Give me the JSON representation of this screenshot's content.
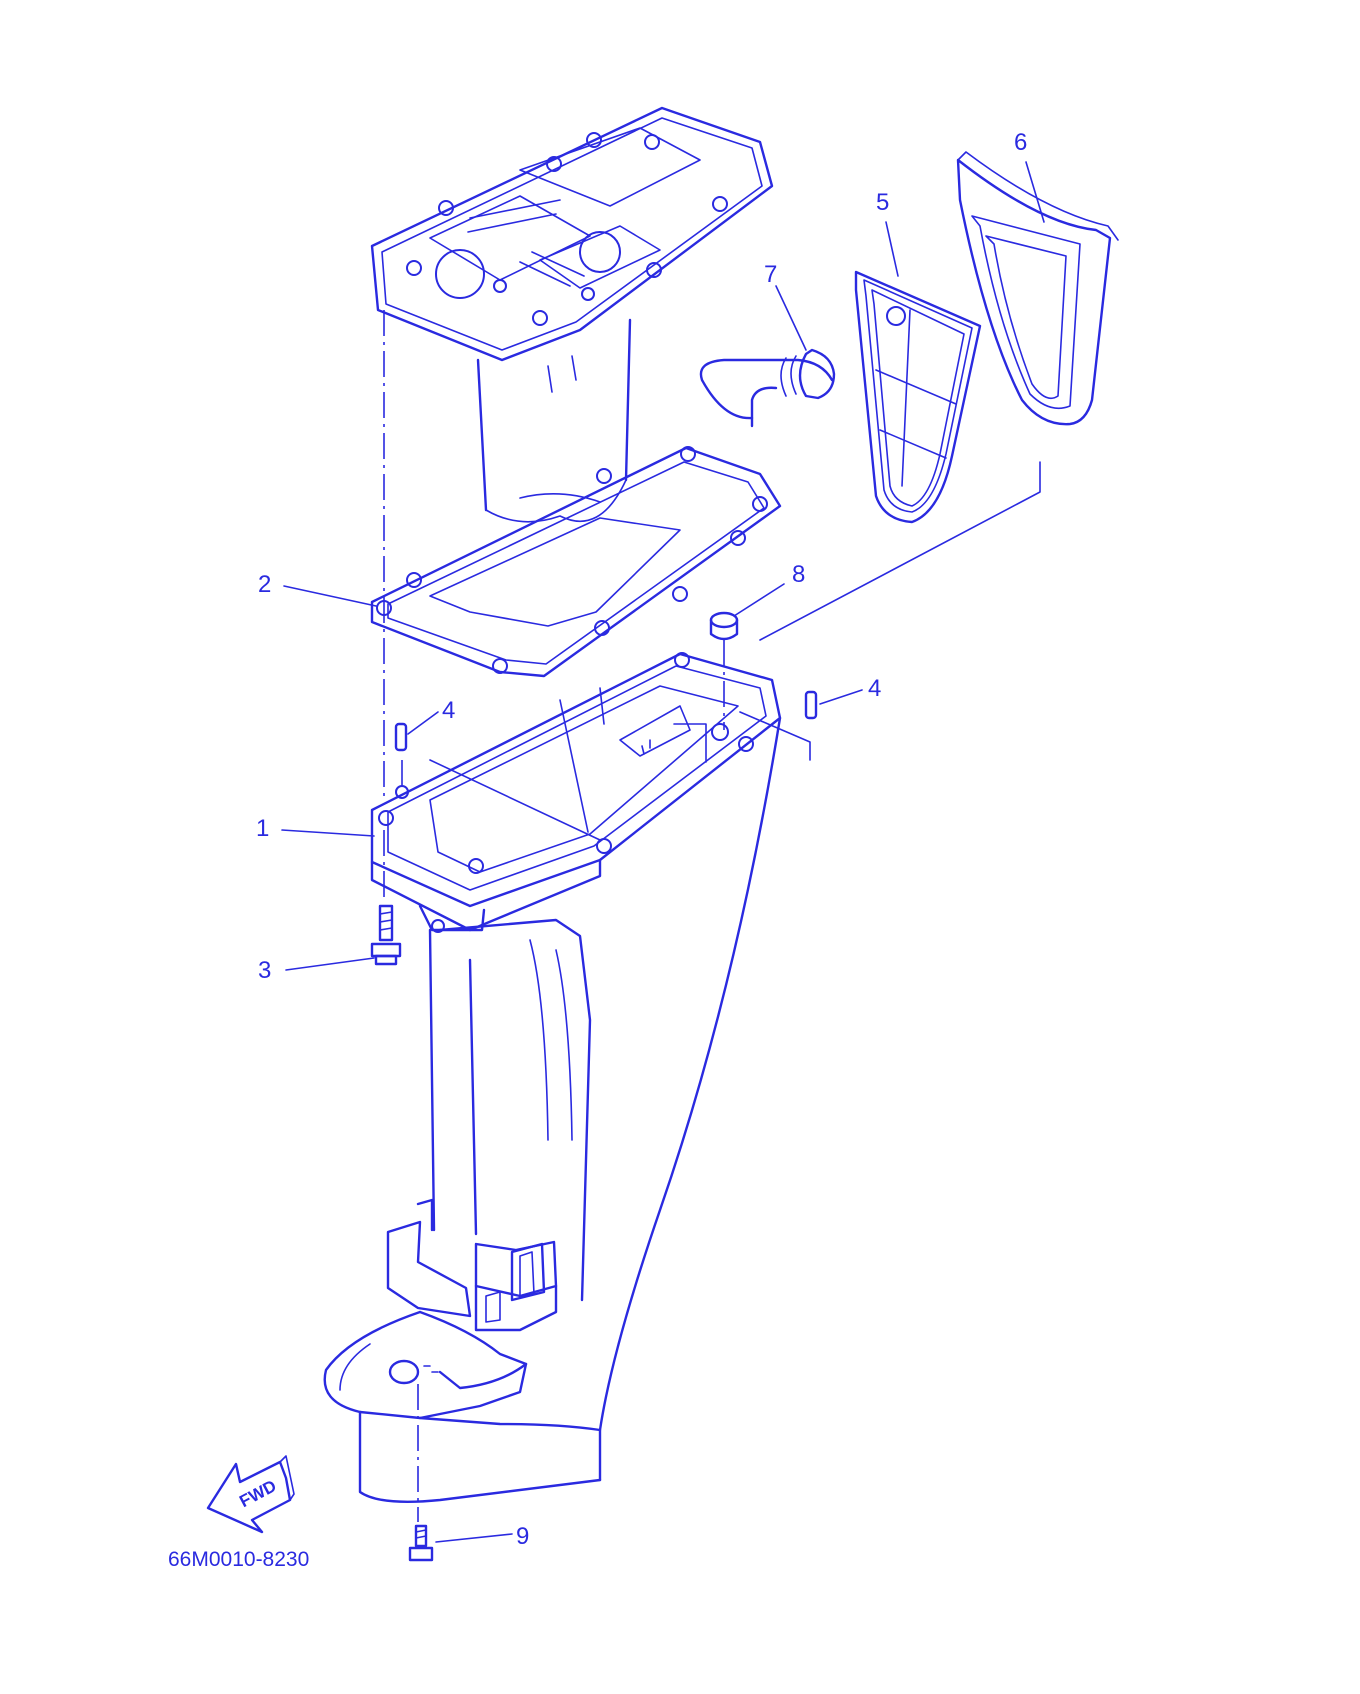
{
  "diagram": {
    "line_color": "#2a2ae0",
    "background": "#ffffff",
    "callouts": {
      "c1": "1",
      "c2": "2",
      "c3": "3",
      "c4a": "4",
      "c4b": "4",
      "c5": "5",
      "c6": "6",
      "c7": "7",
      "c8": "8",
      "c9": "9"
    },
    "direction_label": "FWD",
    "part_code": "66M0010-8230"
  }
}
